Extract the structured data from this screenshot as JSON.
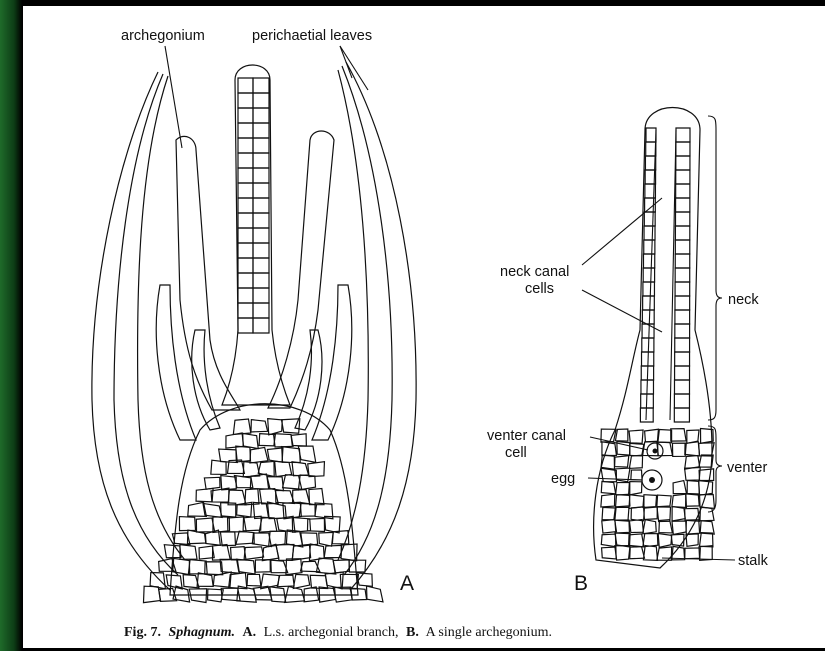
{
  "figure": {
    "labels_a": {
      "archegonium": "archegonium",
      "perichaetial": "perichaetial leaves",
      "panel": "A"
    },
    "labels_b": {
      "neck_canal_1": "neck canal",
      "neck_canal_2": "cells",
      "neck": "neck",
      "venter_canal_1": "venter canal",
      "venter_canal_2": "cell",
      "egg": "egg",
      "venter": "venter",
      "stalk": "stalk",
      "panel": "B"
    },
    "caption": {
      "fig": "Fig. 7.",
      "genus": "Sphagnum.",
      "a": "A.",
      "a_text": "L.s.  archegonial branch,",
      "b": "B.",
      "b_text": "A single archegonium."
    }
  },
  "colors": {
    "background": "#000000",
    "edge": "#1f6b2a",
    "paper": "#ffffff",
    "ink": "#111111"
  }
}
